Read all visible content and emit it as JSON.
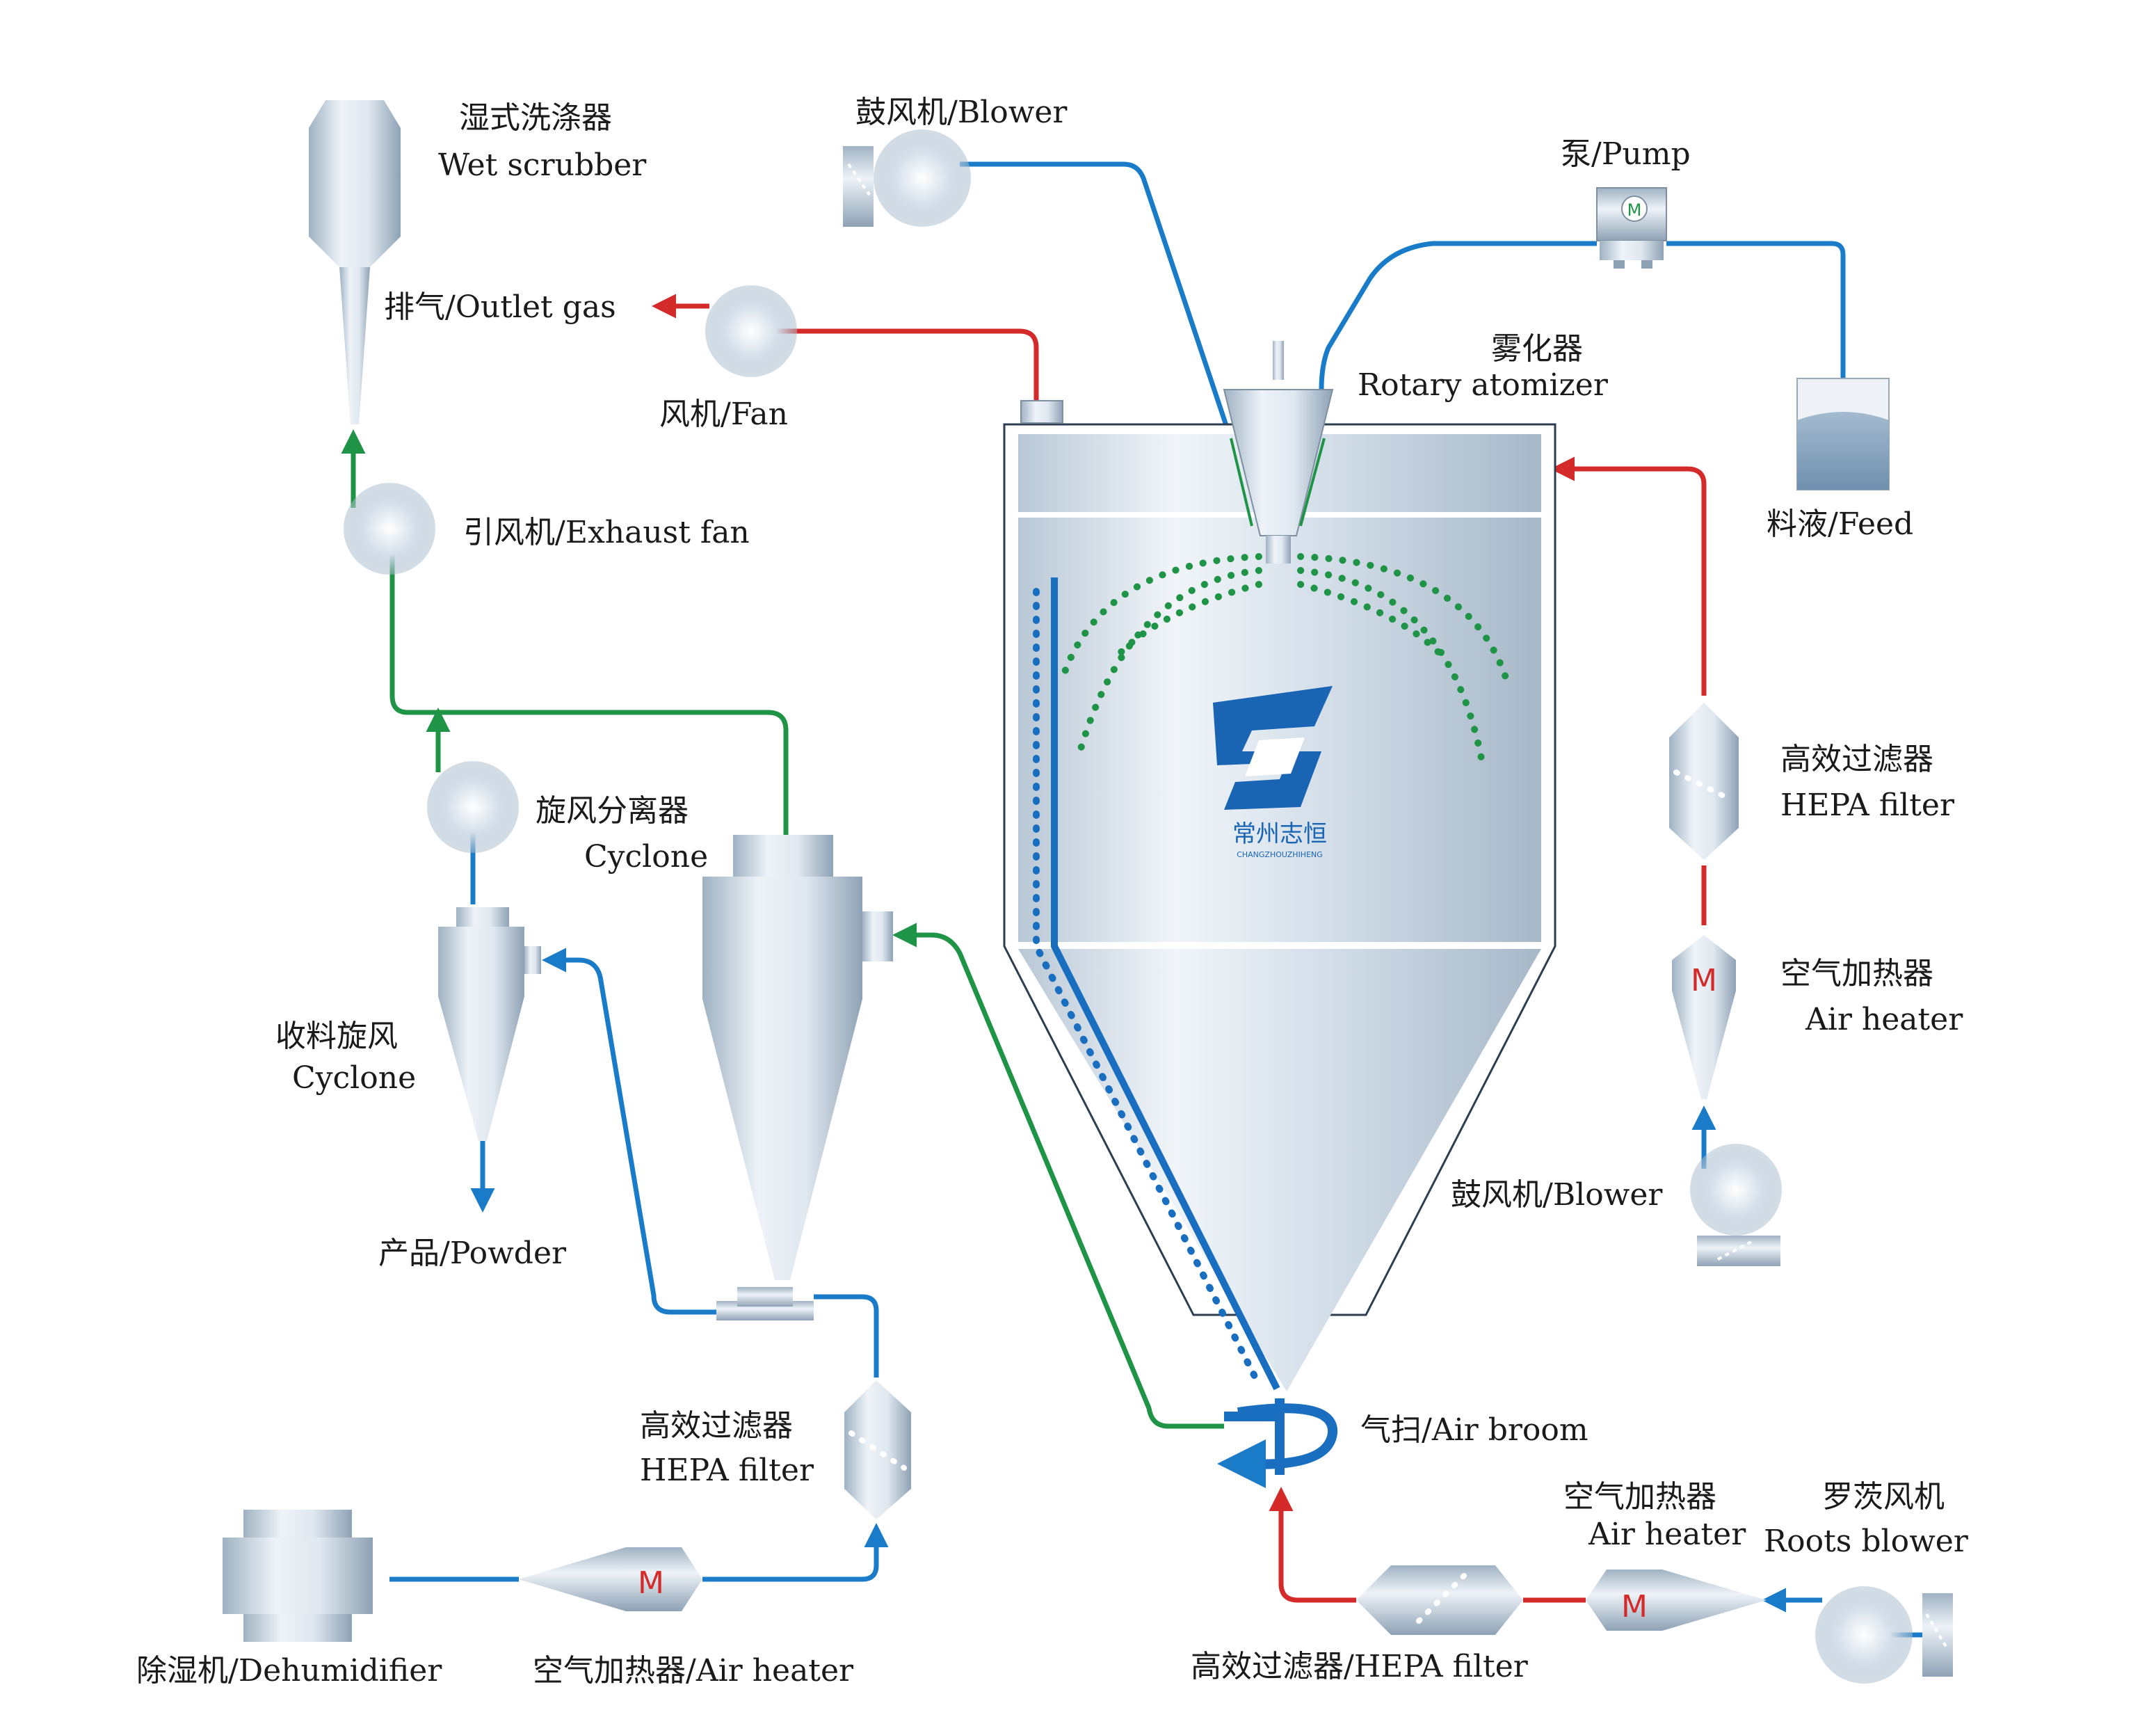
{
  "colors": {
    "air_line": "#1a7cc9",
    "exhaust_line": "#d42a2a",
    "product_line": "#1f9447",
    "metal_light": "#e9eef4",
    "metal_dark": "#8fa3b6",
    "feed_liquid": "#8aa6bf",
    "spray": "#1f9447",
    "logo": "#1a64b4"
  },
  "icons": [
    "motor-icon",
    "pump-icon",
    "fan-icon",
    "company-logo-icon"
  ],
  "labels": {
    "wet_scrubber_cn": "湿式洗涤器",
    "wet_scrubber_en": "Wet scrubber",
    "blower_top": "鼓风机/Blower",
    "pump": "泵/Pump",
    "outlet_gas": "排气/Outlet gas",
    "fan": "风机/Fan",
    "rotary_atomizer_cn": "雾化器",
    "rotary_atomizer_en": "Rotary atomizer",
    "exhaust_fan": "引风机/Exhaust fan",
    "feed": "料液/Feed",
    "hepa_right_cn": "高效过滤器",
    "hepa_right_en": "HEPA filter",
    "cyclone_main_cn": "旋风分离器",
    "cyclone_main_en": "Cyclone",
    "air_heater_right_cn": "空气加热器",
    "air_heater_right_en": "Air heater",
    "collect_cyclone_cn": "收料旋风",
    "collect_cyclone_en": "Cyclone",
    "blower_right": "鼓风机/Blower",
    "powder": "产品/Powder",
    "air_broom": "气扫/Air broom",
    "hepa_left_cn": "高效过滤器",
    "hepa_left_en": "HEPA filter",
    "air_heater_bottom_cn": "空气加热器",
    "air_heater_bottom_en": "Air heater",
    "roots_cn": "罗茨风机",
    "roots_en": "Roots blower",
    "dehumidifier": "除湿机/Dehumidifier",
    "air_heater_left": "空气加热器/Air heater",
    "hepa_bottom": "高效过滤器/HEPA filter",
    "logo_cn": "常州志恒",
    "logo_en": "CHANGZHOUZHIHENG"
  }
}
